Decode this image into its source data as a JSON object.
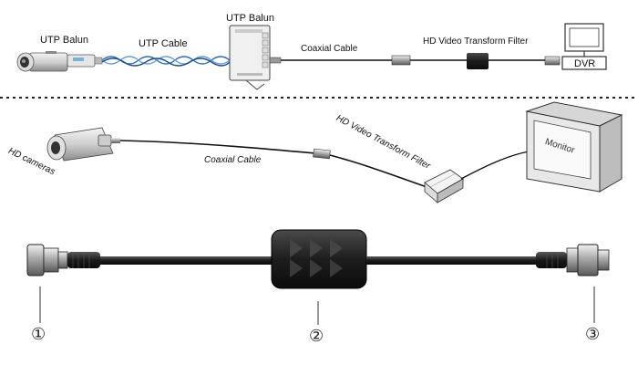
{
  "top": {
    "utp_balun_left": "UTP Balun",
    "utp_cable": "UTP Cable",
    "utp_balun_right": "UTP Balun",
    "coaxial_cable": "Coaxial  Cable",
    "hd_video_filter": "HD Video Transform Filter",
    "dvr": "DVR"
  },
  "middle": {
    "hd_cameras": "HD cameras",
    "coaxial_cable": "Coaxial Cable",
    "hd_video_filter": "HD Video Transform Filter",
    "monitor": "Monitor"
  },
  "bottom": {
    "callouts": [
      "①",
      "②",
      "③"
    ]
  }
}
